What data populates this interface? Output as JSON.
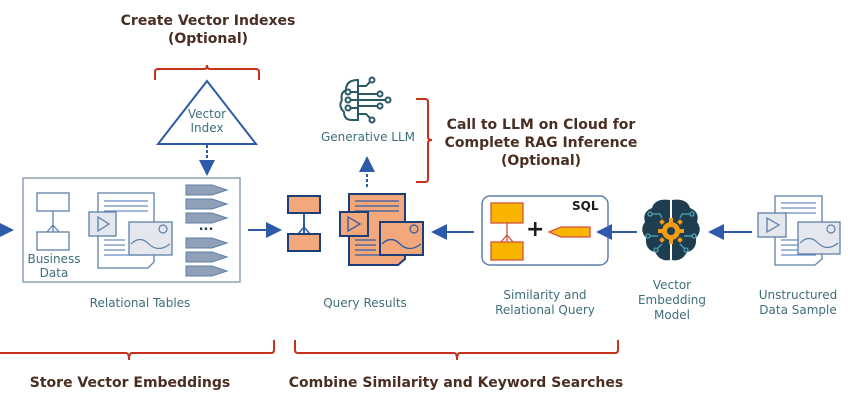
{
  "diagram": {
    "title": "Oracle AI Vector Search RAG workflow",
    "colors": {
      "bracket": "#c6321a",
      "heading": "#4a2e22",
      "label": "#3f6e7a",
      "blue": "#2e5aa8",
      "orange": "#f2a87a",
      "yellow": "#f7b500",
      "gray_vector": "#8fa0b8",
      "brain_dark": "#1e3e50",
      "gear": "#f39c12"
    },
    "headings": {
      "create_index": [
        "Create Vector Indexes",
        "(Optional)"
      ],
      "call_llm": [
        "Call to LLM on Cloud for",
        "Complete RAG Inference",
        "(Optional)"
      ],
      "store_embeddings": "Store Vector Embeddings",
      "combine_searches": "Combine Similarity and Keyword Searches"
    },
    "nodes": {
      "vector_index": [
        "Vector",
        "Index"
      ],
      "generative_llm": "Generative LLM",
      "business_data": [
        "Business",
        "Data"
      ],
      "relational_tables": "Relational Tables",
      "vector_ellipsis": "...",
      "query_results": "Query Results",
      "sql_badge": "SQL",
      "plus": "+",
      "similarity_query": [
        "Similarity and",
        "Relational Query"
      ],
      "embedding_model": [
        "Vector",
        "Embedding",
        "Model"
      ],
      "unstructured_data": [
        "Unstructured",
        "Data Sample"
      ]
    }
  }
}
